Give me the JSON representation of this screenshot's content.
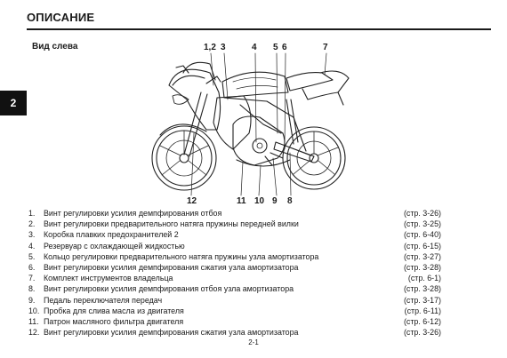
{
  "header": {
    "title": "ОПИСАНИЕ",
    "chapter_tab": "2"
  },
  "section": {
    "title": "Вид слева"
  },
  "callouts": {
    "top": [
      "1,2",
      "3",
      "4",
      "5",
      "6",
      "7"
    ],
    "bottom": [
      "12",
      "11",
      "10",
      "9",
      "8"
    ]
  },
  "parts": [
    {
      "num": "1.",
      "desc": "Винт регулировки усилия демпфирования отбоя",
      "ref": "(стр. 3-26)"
    },
    {
      "num": "2.",
      "desc": "Винт регулировки предварительного натяга пружины передней вилки",
      "ref": "(стр. 3-25)"
    },
    {
      "num": "3.",
      "desc": "Коробка плавких предохранителей 2",
      "ref": "(стр. 6-40)"
    },
    {
      "num": "4.",
      "desc": "Резервуар с охлаждающей жидкостью",
      "ref": "(стр. 6-15)"
    },
    {
      "num": "5.",
      "desc": "Кольцо регулировки предварительного натяга пружины узла амортизатора",
      "ref": "(стр. 3-27)"
    },
    {
      "num": "6.",
      "desc": "Винт регулировки усилия демпфирования сжатия узла амортизатора",
      "ref": "(стр. 3-28)"
    },
    {
      "num": "7.",
      "desc": "Комплект инструментов владельца",
      "ref": "(стр. 6-1)"
    },
    {
      "num": "8.",
      "desc": "Винт регулировки усилия демпфирования отбоя узла амортизатора",
      "ref": "(стр. 3-28)"
    },
    {
      "num": "9.",
      "desc": "Педаль переключателя передач",
      "ref": "(стр. 3-17)"
    },
    {
      "num": "10.",
      "desc": "Пробка для слива масла из двигателя",
      "ref": "(стр. 6-11)"
    },
    {
      "num": "11.",
      "desc": "Патрон масляного фильтра двигателя",
      "ref": "(стр. 6-12)"
    },
    {
      "num": "12.",
      "desc": "Винт регулировки усилия демпфирования сжатия узла амортизатора",
      "ref": "(стр. 3-26)"
    }
  ],
  "footer": {
    "page_number": "2-1"
  }
}
